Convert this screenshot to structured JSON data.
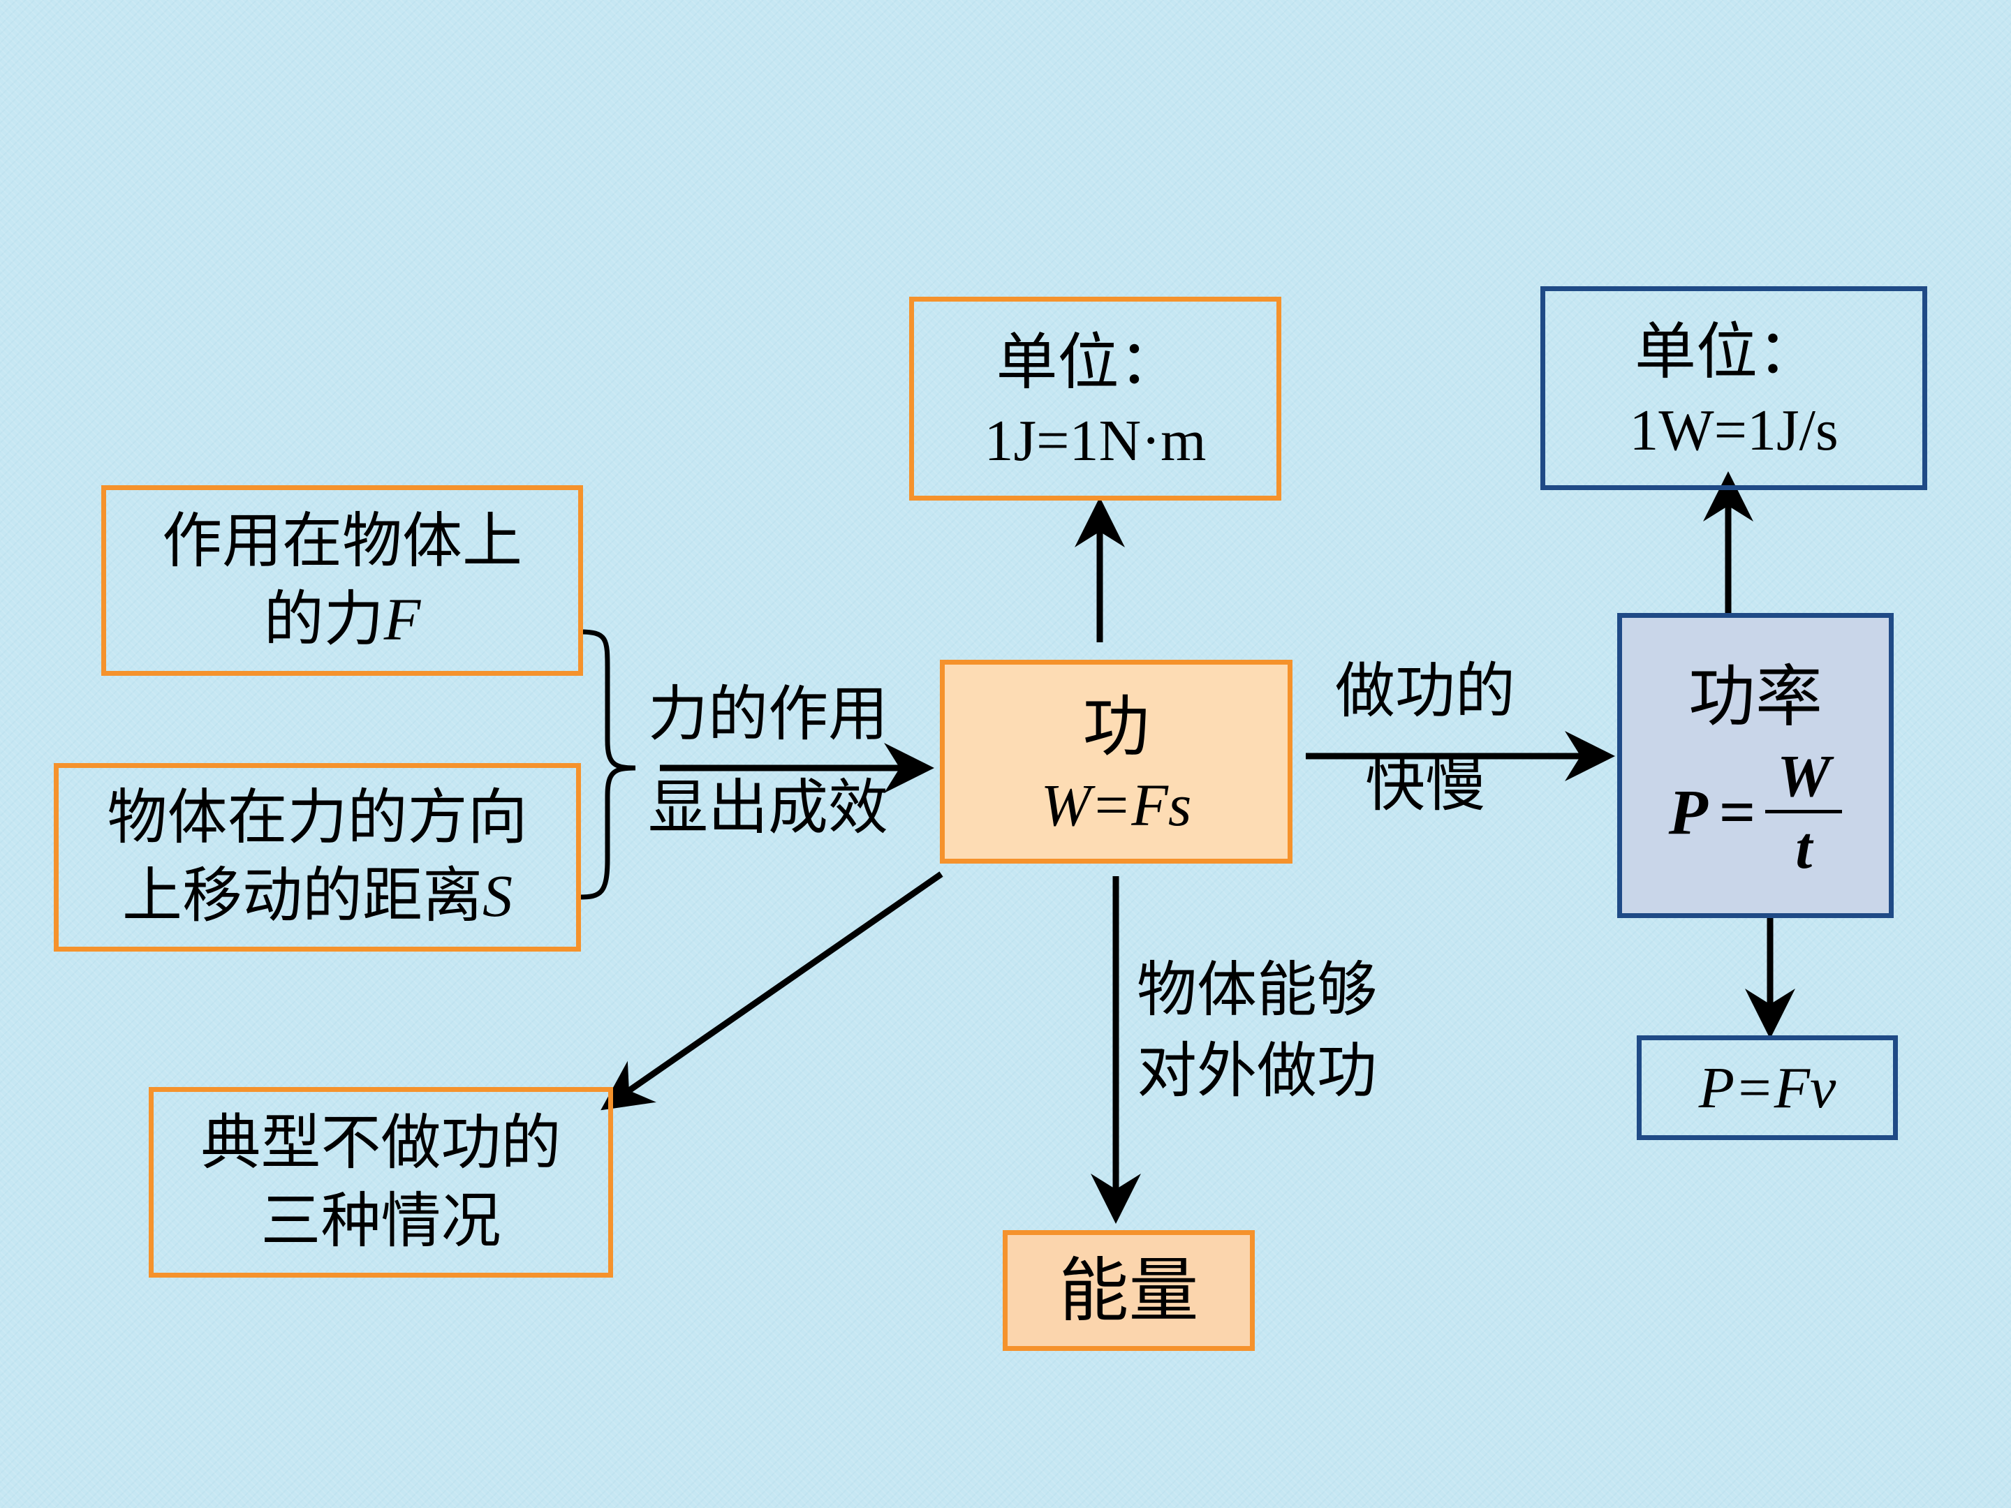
{
  "colors": {
    "background": "#c6e7f3",
    "orange_border": "#f5922c",
    "blue_border": "#1f4a86",
    "work_fill": "#fddcb4",
    "power_fill": "#c9d6e9",
    "energy_fill": "#fbd5ad"
  },
  "work_unit": {
    "title": "单位：",
    "formula": "1J=1N·m"
  },
  "power_unit": {
    "title": "单位：",
    "formula": "1W=1J/s"
  },
  "force_box": {
    "text": "作用在物体上",
    "text2": "的力",
    "symbol": "F"
  },
  "distance_box": {
    "text": "物体在力的方向",
    "text2": "上移动的距离",
    "symbol": "S"
  },
  "effect_label": {
    "line1": "力的作用",
    "line2": "显出成效"
  },
  "work_box": {
    "title": "功",
    "formula": "W=Fs"
  },
  "speed_label": {
    "line1": "做功的",
    "line2": "快慢"
  },
  "power_box": {
    "title": "功率",
    "lhs": "P",
    "eq": "=",
    "numerator": "W",
    "denominator": "t"
  },
  "power_fv": {
    "formula": "P=Fv"
  },
  "ability_label": {
    "line1": "物体能够",
    "line2": "对外做功"
  },
  "energy_box": {
    "title": "能量"
  },
  "no_work_box": {
    "line1": "典型不做功的",
    "line2": "三种情况"
  }
}
